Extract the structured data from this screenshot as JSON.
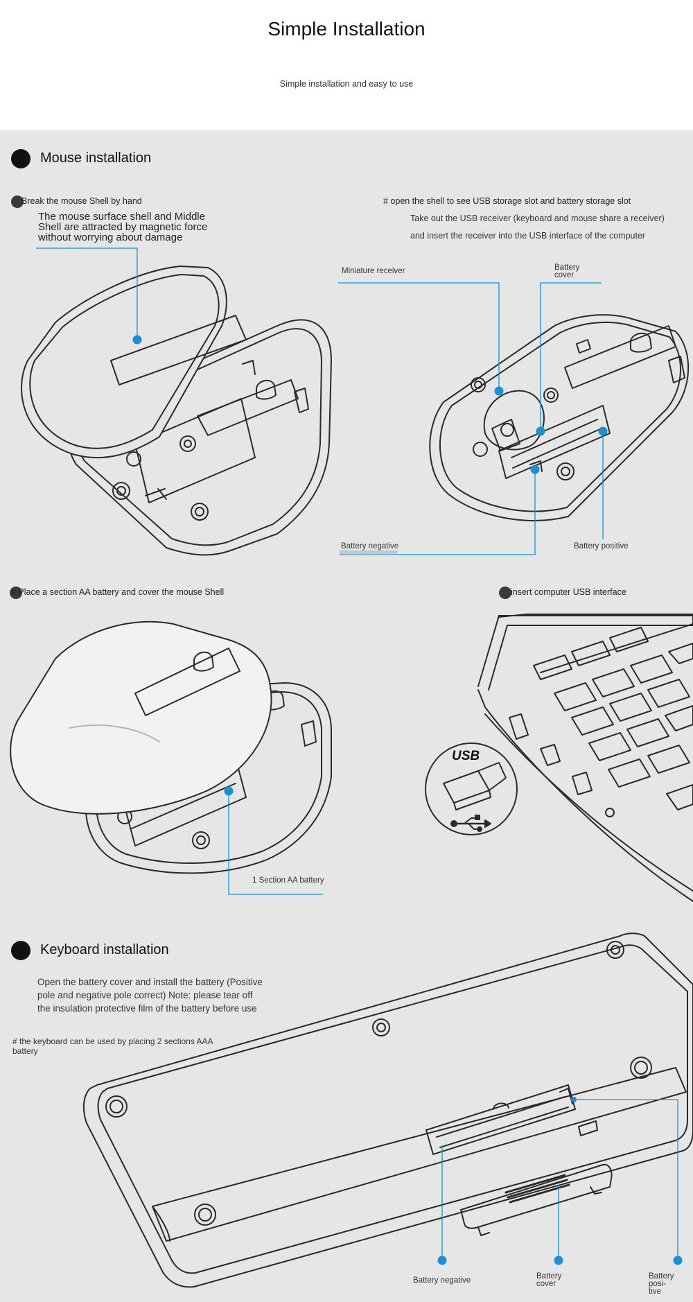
{
  "header": {
    "title": "Simple Installation",
    "subtitle": "Simple installation and easy to use"
  },
  "mouse_section": {
    "title": "Mouse installation",
    "step1": {
      "text": "Break the mouse Shell by hand",
      "description": [
        "The mouse surface shell and Middle",
        "Shell are attracted by magnetic force",
        "without worrying about damage"
      ]
    },
    "step2": {
      "text": "# open the shell to see USB storage slot and battery storage slot",
      "description": [
        "Take out the USB receiver (keyboard and mouse share a receiver)",
        "and insert the receiver into the USB interface of the computer"
      ],
      "labels": {
        "miniature_receiver": "Miniature receiver",
        "battery_cover": [
          "Battery",
          "cover"
        ],
        "battery_negative": "Battery negative",
        "battery_positive": "Battery positive"
      }
    },
    "step3": {
      "text": "# Place a section AA battery and cover the mouse Shell",
      "battery_label": "1 Section AA battery"
    },
    "step4": {
      "text": "insert computer USB interface",
      "usb_badge": "USB"
    }
  },
  "keyboard_section": {
    "title": "Keyboard installation",
    "description": [
      "Open the battery cover and install the battery (Positive",
      "pole and negative pole correct) Note: please tear off",
      "the insulation protective film of the battery before use"
    ],
    "note": [
      "# the keyboard can be used by placing 2 sections AAA",
      "battery"
    ],
    "labels": {
      "battery_negative": "Battery negative",
      "battery_cover": [
        "Battery",
        "cover"
      ],
      "battery_positive": [
        "Battery posi-",
        "tive"
      ]
    }
  },
  "colors": {
    "accent_blue": "#1c8fd0",
    "panel_background": "#e6e6e6",
    "header_background": "#ffffff",
    "line_art": "#2a2a2a"
  }
}
